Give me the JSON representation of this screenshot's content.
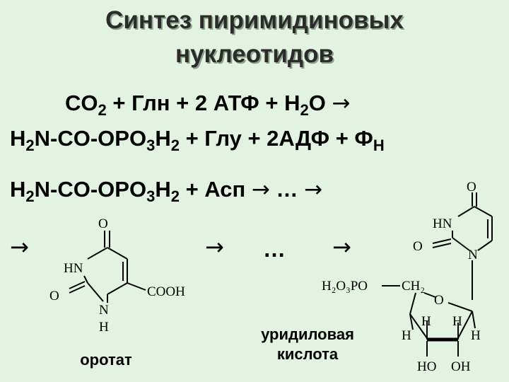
{
  "title": {
    "line1": "Синтез пиримидиновых",
    "line2": "нуклеотидов"
  },
  "reaction1": {
    "co": "CO",
    "sub2": "2",
    "plus_gln": " + Глн + 2 АТФ + Н",
    "sub2b": "2",
    "o": "О ",
    "arrow": "→"
  },
  "reaction2": {
    "h": "Н",
    "sub2": "2",
    "n_co_opo": "N-CO-OPO",
    "sub3": "3",
    "h2": "Н",
    "sub2b": "2",
    "rest": " + Глу + 2АДФ + Ф",
    "subH": "Н"
  },
  "reaction3": {
    "h": "Н",
    "sub2": "2",
    "n_co_opo": "N-CO-OPO",
    "sub3": "3",
    "h2": "Н",
    "sub2b": "2",
    "rest": " + Асп ",
    "arrow1": "→",
    "dots": " … ",
    "arrow2": "→"
  },
  "row": {
    "arrow_left": "→",
    "arrow_mid": "→",
    "dots": "…",
    "arrow_right": "→"
  },
  "orotate": {
    "o_top": "O",
    "hn": "HN",
    "o_left": "O",
    "n": "N",
    "h": "H",
    "cooh": "COOH",
    "caption": "оротат"
  },
  "ump": {
    "o_top": "O",
    "hn": "HN",
    "o_left": "O",
    "n": "N",
    "h2o3po": "H₂O₃PO",
    "ch2": "CH₂",
    "o_ring": "O",
    "h1": "H",
    "h2": "H",
    "h3": "H",
    "h4": "H",
    "ho": "HO",
    "oh": "OH",
    "caption_line1": "уридиловая",
    "caption_line2": "кислота"
  }
}
